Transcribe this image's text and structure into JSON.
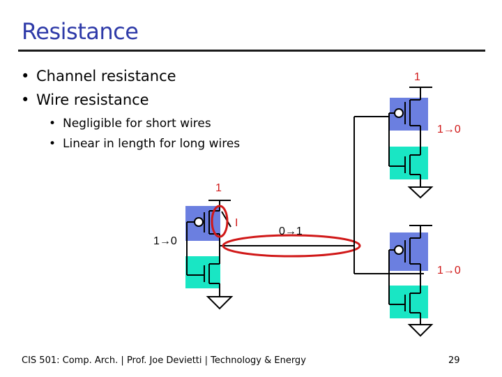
{
  "slide": {
    "title": "Resistance",
    "bullets": [
      "Channel resistance",
      "Wire resistance"
    ],
    "sub_bullets": [
      "Negligible for short wires",
      "Linear in length for long wires"
    ],
    "footer": "CIS 501: Comp. Arch.  |  Prof. Joe Devietti  |  Technology & Energy",
    "page_number": "29"
  },
  "diagram": {
    "labels": {
      "top_right_in": "1",
      "top_right_out": "1→0",
      "left_supply": "1",
      "left_in": "1→0",
      "current": "I",
      "wire_signal": "0→1",
      "bottom_right_out": "1→0"
    },
    "colors": {
      "pmos_fill": "#6b7fe0",
      "nmos_fill": "#19e6c4",
      "wire": "#000000",
      "highlight": "#d01818",
      "title": "#2e3aa8"
    }
  }
}
